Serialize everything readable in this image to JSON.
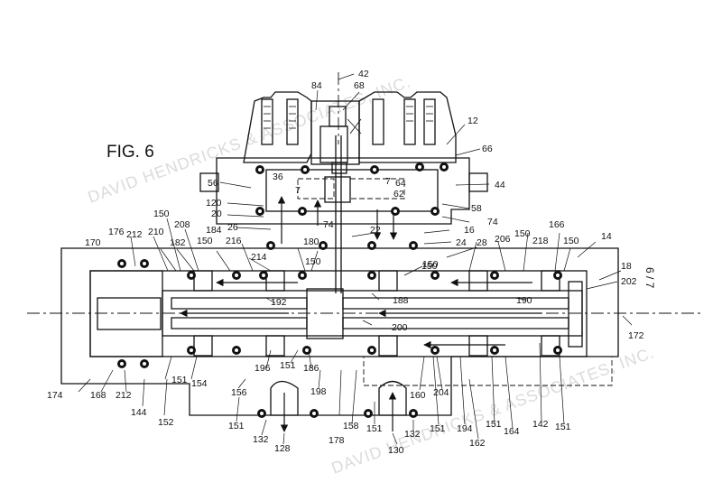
{
  "figure": {
    "title": "FIG. 6",
    "sheet": "6 / 7",
    "watermark": "DAVID HENDRICKS & ASSOCIATES, INC."
  },
  "references": [
    {
      "id": "r42",
      "text": "42"
    },
    {
      "id": "r84",
      "text": "84"
    },
    {
      "id": "r68",
      "text": "68"
    },
    {
      "id": "r12",
      "text": "12"
    },
    {
      "id": "r66",
      "text": "66"
    },
    {
      "id": "r44",
      "text": "44"
    },
    {
      "id": "r56",
      "text": "56"
    },
    {
      "id": "r36",
      "text": "36"
    },
    {
      "id": "r7a",
      "text": "7"
    },
    {
      "id": "r7b",
      "text": "7"
    },
    {
      "id": "r64",
      "text": "64"
    },
    {
      "id": "r62",
      "text": "62"
    },
    {
      "id": "r58",
      "text": "58"
    },
    {
      "id": "r120",
      "text": "120"
    },
    {
      "id": "r20",
      "text": "20"
    },
    {
      "id": "r26",
      "text": "26"
    },
    {
      "id": "r74a",
      "text": "74"
    },
    {
      "id": "r74b",
      "text": "74"
    },
    {
      "id": "r16",
      "text": "16"
    },
    {
      "id": "r14",
      "text": "14"
    },
    {
      "id": "r18",
      "text": "18"
    },
    {
      "id": "r22",
      "text": "22"
    },
    {
      "id": "r24",
      "text": "24"
    },
    {
      "id": "r28",
      "text": "28"
    },
    {
      "id": "r206",
      "text": "206"
    },
    {
      "id": "r150a",
      "text": "150"
    },
    {
      "id": "r218",
      "text": "218"
    },
    {
      "id": "r166",
      "text": "166"
    },
    {
      "id": "r150b",
      "text": "150"
    },
    {
      "id": "r150c",
      "text": "150"
    },
    {
      "id": "r208",
      "text": "208"
    },
    {
      "id": "r184",
      "text": "184"
    },
    {
      "id": "r216",
      "text": "216"
    },
    {
      "id": "r180",
      "text": "180"
    },
    {
      "id": "r176",
      "text": "176"
    },
    {
      "id": "r212a",
      "text": "212"
    },
    {
      "id": "r210",
      "text": "210"
    },
    {
      "id": "r182",
      "text": "182"
    },
    {
      "id": "r150d",
      "text": "150"
    },
    {
      "id": "r170",
      "text": "170"
    },
    {
      "id": "r214",
      "text": "214"
    },
    {
      "id": "r150e",
      "text": "150"
    },
    {
      "id": "r150f",
      "text": "150"
    },
    {
      "id": "r202",
      "text": "202"
    },
    {
      "id": "r188",
      "text": "188"
    },
    {
      "id": "r190",
      "text": "190"
    },
    {
      "id": "r192",
      "text": "192"
    },
    {
      "id": "r172",
      "text": "172"
    },
    {
      "id": "r200",
      "text": "200"
    },
    {
      "id": "r196",
      "text": "196"
    },
    {
      "id": "r151a",
      "text": "151"
    },
    {
      "id": "r186",
      "text": "186"
    },
    {
      "id": "r174",
      "text": "174"
    },
    {
      "id": "r168",
      "text": "168"
    },
    {
      "id": "r212b",
      "text": "212"
    },
    {
      "id": "r151b",
      "text": "151"
    },
    {
      "id": "r154",
      "text": "154"
    },
    {
      "id": "r156",
      "text": "156"
    },
    {
      "id": "r198",
      "text": "198"
    },
    {
      "id": "r160",
      "text": "160"
    },
    {
      "id": "r204",
      "text": "204"
    },
    {
      "id": "r144",
      "text": "144"
    },
    {
      "id": "r152",
      "text": "152"
    },
    {
      "id": "r151c",
      "text": "151"
    },
    {
      "id": "r178",
      "text": "178"
    },
    {
      "id": "r158",
      "text": "158"
    },
    {
      "id": "r151d",
      "text": "151"
    },
    {
      "id": "r151e",
      "text": "151"
    },
    {
      "id": "r194",
      "text": "194"
    },
    {
      "id": "r151f",
      "text": "151"
    },
    {
      "id": "r164",
      "text": "164"
    },
    {
      "id": "r142",
      "text": "142"
    },
    {
      "id": "r151g",
      "text": "151"
    },
    {
      "id": "r132a",
      "text": "132"
    },
    {
      "id": "r132b",
      "text": "132"
    },
    {
      "id": "r162",
      "text": "162"
    },
    {
      "id": "r128",
      "text": "128"
    },
    {
      "id": "r130",
      "text": "130"
    },
    {
      "id": "r150g",
      "text": "150"
    }
  ]
}
